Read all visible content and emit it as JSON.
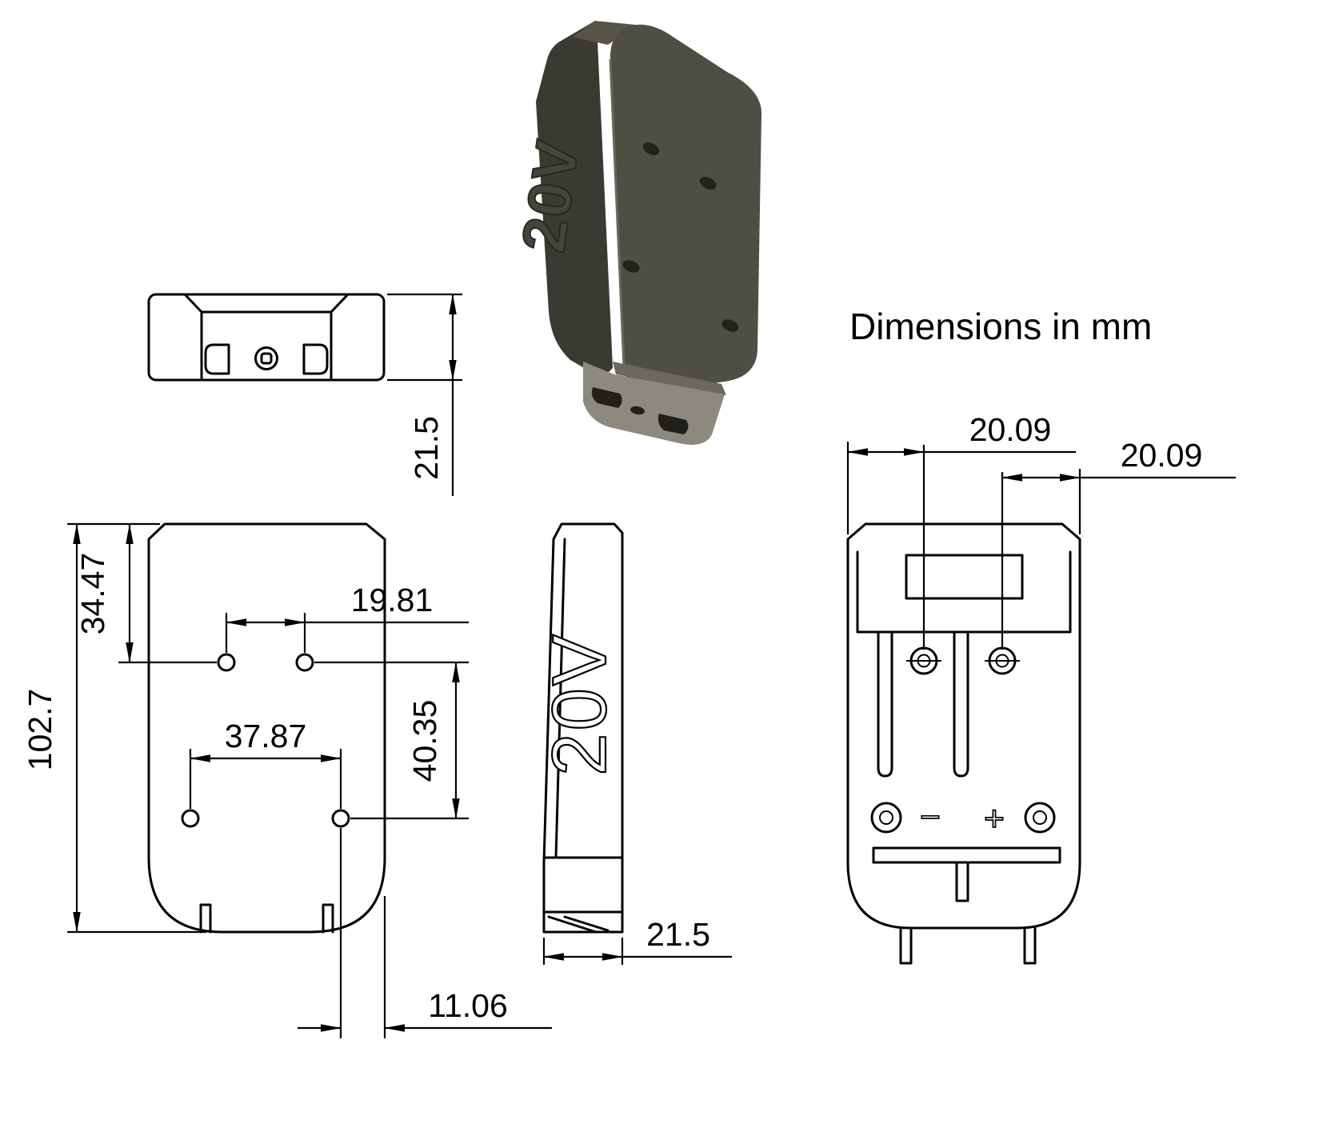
{
  "note": "Dimensions in mm",
  "part_label": "20V",
  "dims": {
    "top_view_height": "21.5",
    "front_total_height": "102.7",
    "front_top_hole_offset": "34.47",
    "front_top_hole_spacing": "19.81",
    "front_bottom_hole_spacing": "37.87",
    "front_hole_row_spacing": "40.35",
    "front_edge_offset": "11.06",
    "side_depth": "21.5",
    "back_left_hole_offset": "20.09",
    "back_right_hole_offset": "20.09"
  },
  "symbols": {
    "negative": "−",
    "positive": "+"
  },
  "colors": {
    "line": "#000000",
    "body_front": "#4f4e45",
    "body_side": "#3b3a32",
    "body_chamfer": "#575549",
    "connector": "#8c8a7f",
    "hole": "#23221b"
  }
}
